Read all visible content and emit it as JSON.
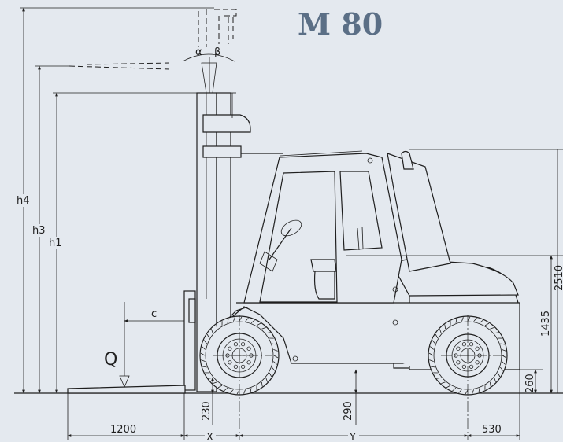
{
  "title": "M 80",
  "labels": {
    "h4": "h4",
    "h3": "h3",
    "h1": "h1",
    "c": "c",
    "q": "Q",
    "alpha": "α",
    "beta": "β",
    "x": "X",
    "y": "Y"
  },
  "dimensions": {
    "fork_length": "1200",
    "dim_530": "530",
    "dim_1435": "1435",
    "dim_260": "260",
    "dim_290": "290",
    "dim_230": "230",
    "dim_2510": "2510"
  }
}
